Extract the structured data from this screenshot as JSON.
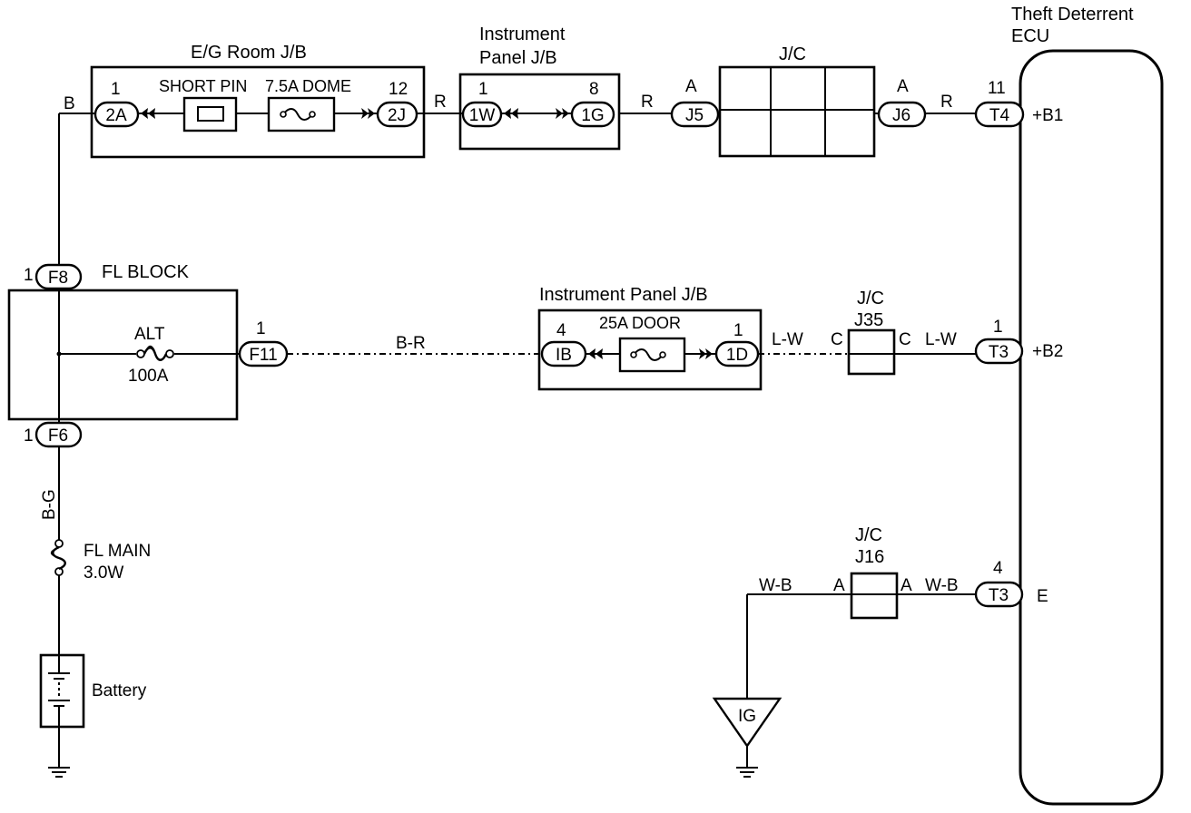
{
  "ecu": {
    "title_line1": "Theft Deterrent",
    "title_line2": "ECU",
    "pin_b1": "+B1",
    "pin_b2": "+B2",
    "pin_e": "E"
  },
  "eg_room_jb": {
    "title": "E/G Room J/B",
    "short_pin": "SHORT PIN",
    "fuse_dome": "7.5A DOME",
    "pin_left_num": "1",
    "pin_left": "2A",
    "pin_right_num": "12",
    "pin_right": "2J"
  },
  "ip_jb_top": {
    "title_line1": "Instrument",
    "title_line2": "Panel J/B",
    "pin_left_num": "1",
    "pin_left": "1W",
    "pin_right_num": "8",
    "pin_right": "1G"
  },
  "jc_top": {
    "title": "J/C",
    "left_letter": "A",
    "left_pin": "J5",
    "right_letter": "A",
    "right_pin": "J6"
  },
  "t4": {
    "num": "11",
    "pin": "T4"
  },
  "fl_block": {
    "title": "FL BLOCK",
    "f8_num": "1",
    "f8": "F8",
    "f6_num": "1",
    "f6": "F6",
    "alt": "ALT",
    "alt_rating": "100A",
    "f11_num": "1",
    "f11": "F11"
  },
  "ip_jb_mid": {
    "title": "Instrument Panel J/B",
    "fuse_door": "25A DOOR",
    "pin_left_num": "4",
    "pin_left": "IB",
    "pin_right_num": "1",
    "pin_right": "1D"
  },
  "j35": {
    "title": "J/C",
    "id": "J35",
    "left_letter": "C",
    "right_letter": "C"
  },
  "t3_b2": {
    "num": "1",
    "pin": "T3"
  },
  "j16": {
    "title": "J/C",
    "id": "J16",
    "left_letter": "A",
    "right_letter": "A"
  },
  "t3_e": {
    "num": "4",
    "pin": "T3"
  },
  "wires": {
    "b": "B",
    "r1": "R",
    "r2": "R",
    "r3": "R",
    "br": "B-R",
    "lw1": "L-W",
    "lw2": "L-W",
    "bg": "B-G",
    "wb1": "W-B",
    "wb2": "W-B"
  },
  "fl_main": {
    "name": "FL MAIN",
    "rating": "3.0W"
  },
  "battery": {
    "label": "Battery"
  },
  "ig": {
    "label": "IG"
  }
}
